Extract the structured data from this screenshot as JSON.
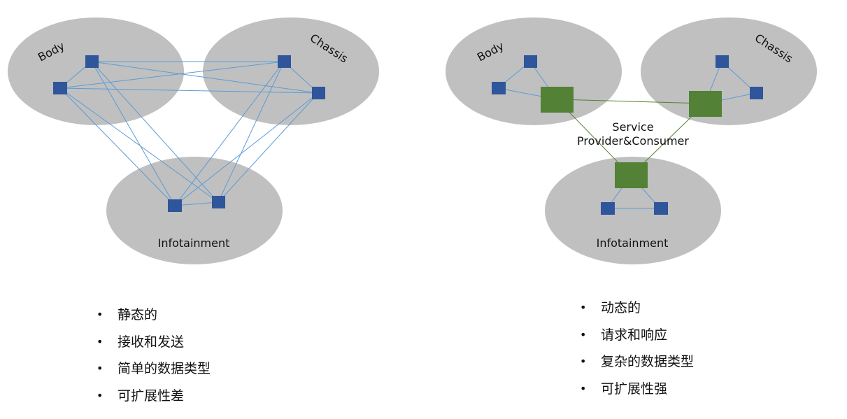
{
  "left_diagram": {
    "clusters": {
      "body": "Body",
      "chassis": "Chassis",
      "infotainment": "Infotainment"
    },
    "bullets": [
      "静态的",
      "接收和发送",
      "简单的数据类型",
      "可扩展性差"
    ]
  },
  "right_diagram": {
    "clusters": {
      "body": "Body",
      "chassis": "Chassis",
      "infotainment": "Infotainment"
    },
    "service_label": [
      "Service",
      "Provider&Consumer"
    ],
    "bullets": [
      "动态的",
      "请求和响应",
      "复杂的数据类型",
      "可扩展性强"
    ]
  },
  "colors": {
    "cluster": "#c0c0c0",
    "node_blue": "#2f559b",
    "node_green": "#538135",
    "link_blue": "#5b9bd5",
    "link_green": "#538135"
  }
}
